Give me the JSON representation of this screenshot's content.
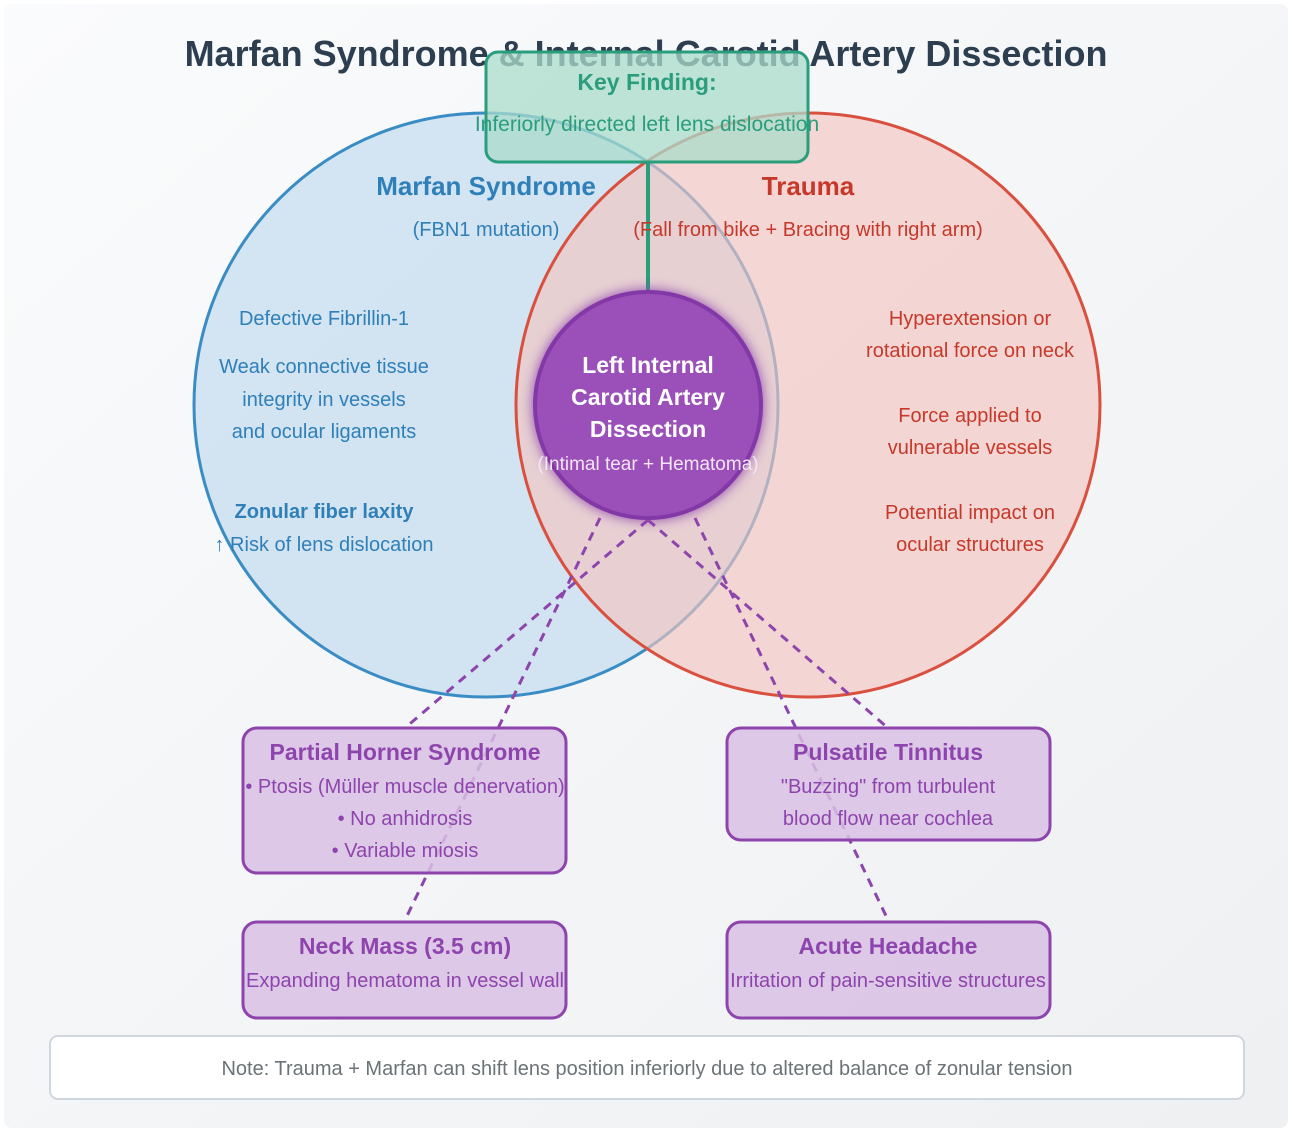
{
  "title": "Marfan Syndrome & Internal Carotid Artery Dissection",
  "key_finding": {
    "heading": "Key Finding:",
    "text": "Inferiorly directed left lens dislocation"
  },
  "marfan": {
    "heading": "Marfan Syndrome",
    "subheading": "(FBN1 mutation)",
    "point1": "Defective Fibrillin-1",
    "point2": [
      "Weak connective tissue",
      "integrity in vessels",
      "and ocular ligaments"
    ],
    "point3_bold": "Zonular fiber laxity",
    "point3": "↑ Risk of lens dislocation"
  },
  "trauma": {
    "heading": "Trauma",
    "subheading": "(Fall from bike + Bracing with right arm)",
    "point1": [
      "Hyperextension or",
      "rotational force on neck"
    ],
    "point2": [
      "Force applied to",
      "vulnerable vessels"
    ],
    "point3": [
      "Potential impact on",
      "ocular structures"
    ]
  },
  "center": {
    "lines": [
      "Left Internal",
      "Carotid Artery",
      "Dissection"
    ],
    "sub": "(Intimal tear + Hematoma)"
  },
  "outcomes": {
    "horner": {
      "heading": "Partial Horner Syndrome",
      "lines": [
        "• Ptosis (Müller muscle denervation)",
        "• No anhidrosis",
        "• Variable miosis"
      ]
    },
    "tinnitus": {
      "heading": "Pulsatile Tinnitus",
      "lines": [
        "\"Buzzing\" from turbulent",
        "blood flow near cochlea"
      ]
    },
    "neck_mass": {
      "heading": "Neck Mass (3.5 cm)",
      "lines": [
        "Expanding hematoma in vessel wall"
      ]
    },
    "headache": {
      "heading": "Acute Headache",
      "lines": [
        "Irritation of pain-sensitive structures"
      ]
    }
  },
  "note": "Note: Trauma + Marfan can shift lens position inferiorly due to altered balance of zonular tension",
  "colors": {
    "marfan": "#3a8cc4",
    "trauma": "#d9503f",
    "key": "#2a9d7c",
    "center": "#9b4fb8",
    "title": "#2c3e50",
    "note_text": "#6b7377"
  }
}
